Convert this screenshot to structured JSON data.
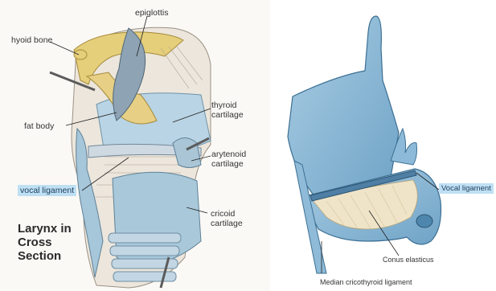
{
  "left_panel": {
    "labels": {
      "epiglottis": "epiglottis",
      "hyoid_bone": "hyoid bone",
      "thyroid_cartilage": "thyroid\ncartilage",
      "fat_body": "fat body",
      "arytenoid_cartilage": "arytenoid\ncartilage",
      "vocal_ligament": "vocal ligament",
      "cricoid_cartilage": "cricoid\ncartilage"
    },
    "title_lines": [
      "Larynx in",
      "Cross",
      "Section"
    ]
  },
  "right_panel": {
    "labels": {
      "vocal_ligament": "Vocal ligament",
      "conus_elasticus": "Conus elasticus",
      "median_cricothyroid_ligament": "Median cricothyroid ligament"
    }
  },
  "colors": {
    "highlight": "#bfe0f3",
    "cartilage_blue": "#9cc4dd",
    "fat_yellow": "#e6cf7a",
    "ligament_cream": "#efe4c8"
  }
}
